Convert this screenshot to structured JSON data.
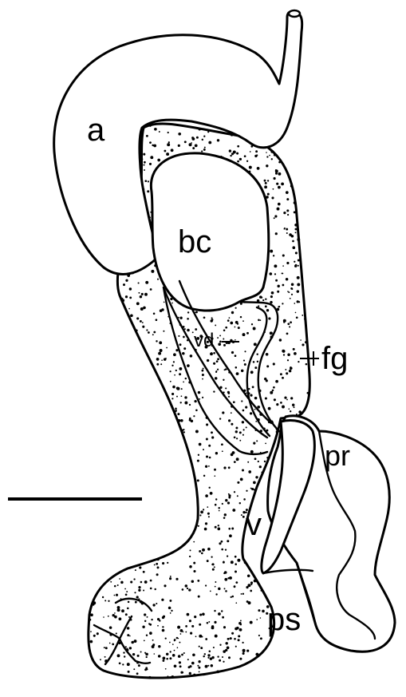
{
  "labels": {
    "a": "a",
    "bc": "bc",
    "vd": "vd",
    "fg": "fg",
    "pr": "pr",
    "v": "v",
    "ps": "ps"
  },
  "colors": {
    "ink": "#000000",
    "paper": "#ffffff"
  }
}
